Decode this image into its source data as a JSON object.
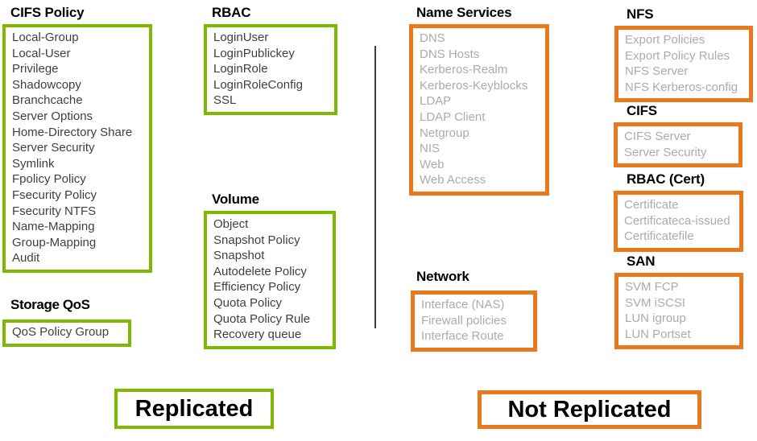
{
  "colors": {
    "replicated_green": "#7DB900",
    "not_replicated_orange": "#E8791D",
    "replicated_item_text": "#3F3F3F",
    "not_replicated_item_text": "#ABABAB",
    "heading_text": "#000000",
    "divider": "#3F3F3F"
  },
  "sections": {
    "cifs_policy": {
      "title": "CIFS Policy",
      "status": "replicated",
      "items": [
        "Local-Group",
        "Local-User",
        "Privilege",
        "Shadowcopy",
        "Branchcache",
        "Server Options",
        "Home-Directory Share",
        "Server Security",
        "Symlink",
        "Fpolicy Policy",
        "Fsecurity Policy",
        "Fsecurity NTFS",
        "Name-Mapping",
        "Group-Mapping",
        "Audit"
      ]
    },
    "storage_qos": {
      "title": "Storage QoS",
      "status": "replicated",
      "items": [
        "QoS Policy Group"
      ]
    },
    "rbac": {
      "title": "RBAC",
      "status": "replicated",
      "items": [
        "LoginUser",
        "LoginPublickey",
        "LoginRole",
        "LoginRoleConfig",
        "SSL"
      ]
    },
    "volume": {
      "title": "Volume",
      "status": "replicated",
      "items": [
        "Object",
        "Snapshot Policy",
        "Snapshot",
        "Autodelete Policy",
        "Efficiency Policy",
        "Quota Policy",
        "Quota Policy Rule",
        "Recovery queue"
      ]
    },
    "name_services": {
      "title": "Name Services",
      "status": "not_replicated",
      "items": [
        "DNS",
        "DNS Hosts",
        "Kerberos-Realm",
        "Kerberos-Keyblocks",
        "LDAP",
        "LDAP Client",
        "Netgroup",
        "NIS",
        "Web",
        "Web Access"
      ]
    },
    "network": {
      "title": "Network",
      "status": "not_replicated",
      "items": [
        "Interface (NAS)",
        "Firewall policies",
        "Interface Route"
      ]
    },
    "nfs": {
      "title": "NFS",
      "status": "not_replicated",
      "items": [
        "Export Policies",
        "Export Policy Rules",
        "NFS Server",
        "NFS Kerberos-config"
      ]
    },
    "cifs": {
      "title": "CIFS",
      "status": "not_replicated",
      "items": [
        "CIFS Server",
        "Server Security"
      ]
    },
    "rbac_cert": {
      "title": "RBAC (Cert)",
      "status": "not_replicated",
      "items": [
        "Certificate",
        "Certificateca-issued",
        "Certificatefile"
      ]
    },
    "san": {
      "title": "SAN",
      "status": "not_replicated",
      "items": [
        "SVM FCP",
        "SVM iSCSI",
        "LUN igroup",
        "LUN Portset"
      ]
    }
  },
  "legend": {
    "replicated": "Replicated",
    "not_replicated": "Not Replicated"
  }
}
